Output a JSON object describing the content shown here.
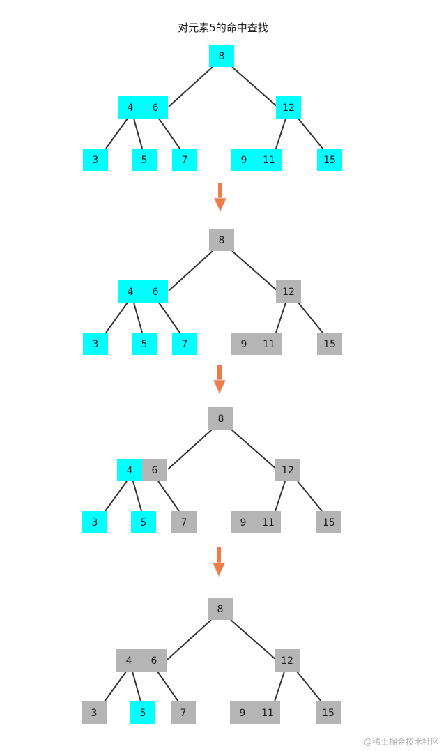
{
  "title": "对元素5的命中查找",
  "watermark": "@稀土掘金技术社区",
  "colors": {
    "active": "#00ffff",
    "inactive": "#b5b5b5",
    "edge": "#333333",
    "arrow": "#ef7c46",
    "text": "#1a1a1a"
  },
  "tree": {
    "root": {
      "keys": [
        "8"
      ]
    },
    "left": {
      "keys": [
        "4",
        "6"
      ]
    },
    "right": {
      "keys": [
        "12"
      ]
    },
    "leaves": [
      {
        "keys": [
          "3"
        ]
      },
      {
        "keys": [
          "5"
        ]
      },
      {
        "keys": [
          "7"
        ]
      },
      {
        "keys": [
          "9",
          "11"
        ]
      },
      {
        "keys": [
          "15"
        ]
      }
    ]
  },
  "steps": [
    {
      "highlight": [
        "8",
        "4",
        "6",
        "12",
        "3",
        "5",
        "7",
        "9",
        "11",
        "15"
      ]
    },
    {
      "highlight": [
        "4",
        "6",
        "3",
        "5",
        "7"
      ]
    },
    {
      "highlight": [
        "4",
        "3",
        "5"
      ]
    },
    {
      "highlight": [
        "5"
      ]
    }
  ]
}
